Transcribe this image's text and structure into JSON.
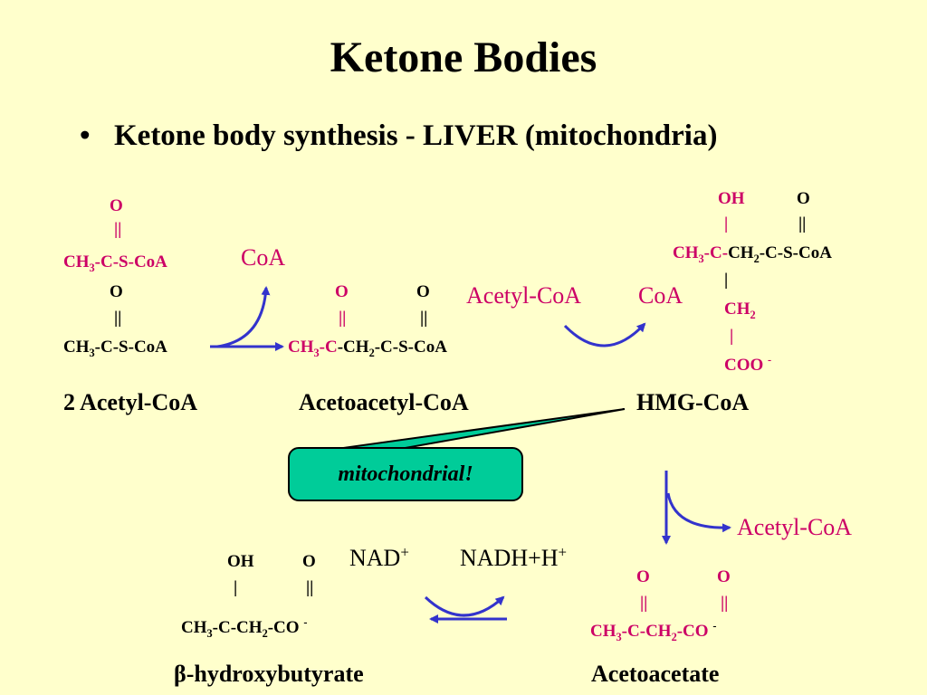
{
  "title": "Ketone Bodies",
  "bullet": {
    "symbol": "•",
    "text": "Ketone body synthesis - LIVER (mitochondria)"
  },
  "acetyl_coa_top": {
    "o": "O",
    "dbl": "||",
    "ch3": "CH",
    "sub3": "3",
    "rest": "-C-S-CoA"
  },
  "acetyl_coa_bottom": {
    "o": "O",
    "dbl": "||",
    "ch3": "CH",
    "sub3": "3",
    "rest": "-C-S-CoA"
  },
  "coa_released_1": "CoA",
  "acetoacetyl_coa": {
    "o1": "O",
    "o2": "O",
    "dbl1": "||",
    "dbl2": "||",
    "ch3": "CH",
    "sub3": "3",
    "c": "-C",
    "ch2": "-CH",
    "sub2": "2",
    "rest": "-C-S-CoA"
  },
  "acetyl_coa_in": "Acetyl-CoA",
  "coa_released_2": "CoA",
  "hmg_coa": {
    "oh": "OH",
    "o": "O",
    "bar": "|",
    "dbl": "||",
    "ch3": "CH",
    "sub3": "3",
    "c": "-C-",
    "ch2": "CH",
    "sub2": "2",
    "rest": "-C-S-CoA",
    "bar2": "|",
    "ch2b": "CH",
    "sub2b": "2",
    "bar3": "|",
    "coo": "COO",
    "charge": "-"
  },
  "labels": {
    "two_acetyl_coa": "2 Acetyl-CoA",
    "acetoacetyl_coa": "Acetoacetyl-CoA",
    "hmg_coa": "HMG-CoA",
    "beta_hydroxybutyrate": "β-hydroxybutyrate",
    "acetoacetate": "Acetoacetate"
  },
  "callout": "mitochondrial!",
  "acetyl_coa_out": "Acetyl-CoA",
  "nad_plus": {
    "base": "NAD",
    "sup": "+"
  },
  "nadh": {
    "base": "NADH+H",
    "sup": "+"
  },
  "hydroxybutyrate": {
    "oh": "OH",
    "o": "O",
    "bar": "|",
    "dbl": "||",
    "ch3": "CH",
    "sub3": "3",
    "mid": "-C-CH",
    "sub2": "2",
    "co": "-CO",
    "charge": "-"
  },
  "acetoacetate": {
    "o1": "O",
    "o2": "O",
    "dbl1": "||",
    "dbl2": "||",
    "ch3": "CH",
    "sub3": "3",
    "c": "-C-",
    "ch2": "CH",
    "sub2": "2",
    "co": "-CO",
    "charge": "-"
  },
  "colors": {
    "background": "#ffffcc",
    "magenta": "#cc0066",
    "arrow_blue": "#3333cc",
    "callout": "#00cc99"
  }
}
